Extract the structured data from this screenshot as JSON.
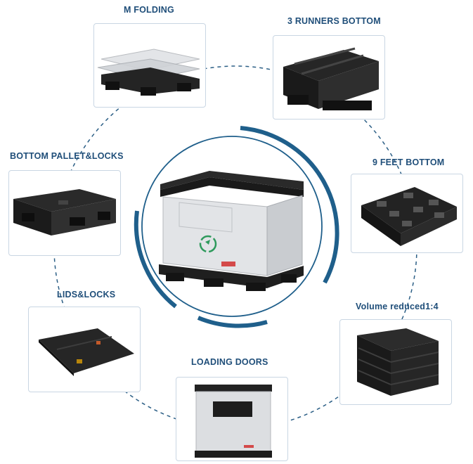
{
  "features": {
    "m_folding": "M FOLDING",
    "three_runners": "3 RUNNERS BOTTOM",
    "bottom_pallet": "BOTTOM PALLET&LOCKS",
    "nine_feet": "9 FEET BOTTOM",
    "lids_locks": "LIDS&LOCKS",
    "volume_reduced": "Volume reduced1:4",
    "loading_doors": "LOADING DOORS"
  },
  "colors": {
    "accent": "#1f5f8b",
    "label": "#1f4e79",
    "plastic_black": "#1c1c1c",
    "panel_grey": "#d9dbde"
  },
  "icons": {
    "recycle": "recycle-icon",
    "center_product": "foldable-pallet-box"
  }
}
